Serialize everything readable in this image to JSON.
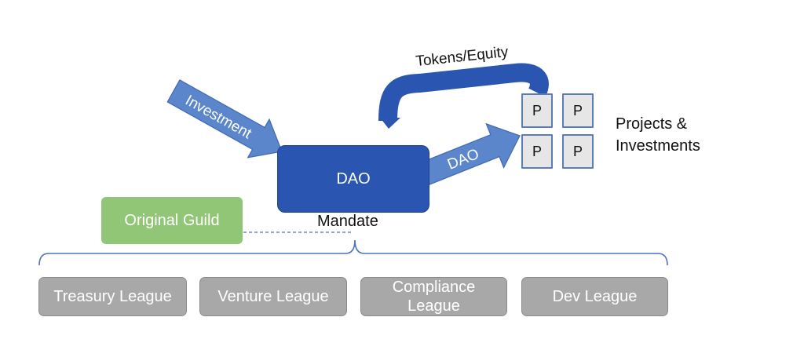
{
  "flow": {
    "investment_label": "Investment",
    "dao_arrow_label": "DAO",
    "tokens_label": "Tokens/Equity"
  },
  "dao": {
    "label": "DAO"
  },
  "guild": {
    "label": "Original Guild"
  },
  "mandate": {
    "label": "Mandate"
  },
  "projects": {
    "tiles": [
      "P",
      "P",
      "P",
      "P"
    ],
    "label_line1": "Projects &",
    "label_line2": "Investments"
  },
  "leagues": [
    {
      "label": "Treasury League"
    },
    {
      "label": "Venture League"
    },
    {
      "label_line1": "Compliance",
      "label_line2": "League"
    },
    {
      "label": "Dev League"
    }
  ],
  "colors": {
    "dao_blue": "#2a55b0",
    "arrow_blue": "#5b86cc",
    "guild_green": "#92c677",
    "league_gray": "#a8a8a8",
    "bracket_blue": "#4a72c0"
  }
}
